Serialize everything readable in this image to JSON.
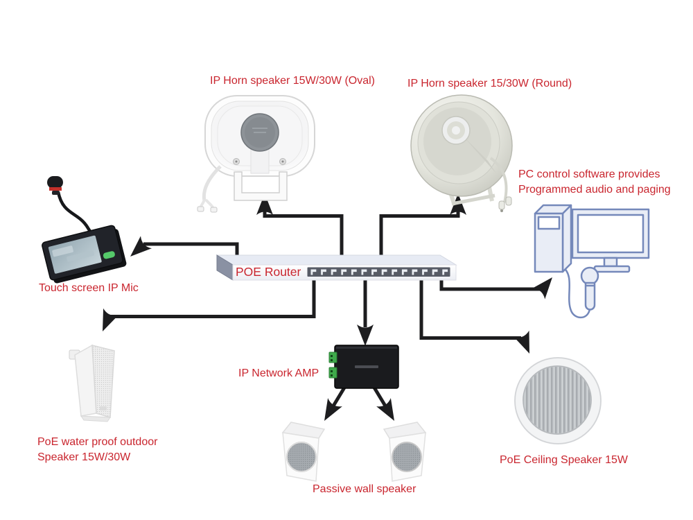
{
  "diagram": {
    "labels": {
      "horn_oval": "IP Horn speaker 15W/30W (Oval)",
      "horn_round": "IP Horn speaker 15/30W (Round)",
      "pc_line1": "PC control software provides",
      "pc_line2": "Programmed audio and paging",
      "touch_mic": "Touch screen IP Mic",
      "amp": "IP Network AMP",
      "outdoor_line1": "PoE water proof outdoor",
      "outdoor_line2": "Speaker 15W/30W",
      "wall": "Passive wall speaker",
      "ceiling": "PoE Ceiling Speaker 15W"
    },
    "router": {
      "label": "POE Router",
      "ports": 14
    },
    "colors": {
      "label_red": "#c9252e",
      "connector_black": "#1d1d1f",
      "pc_outline_blue": "#7488ba",
      "pc_fill": "#e9edf6",
      "amp_terminal_green": "#3fa94b",
      "mic_button_green": "#55c96a",
      "mic_ring_red": "#c4302a"
    }
  }
}
